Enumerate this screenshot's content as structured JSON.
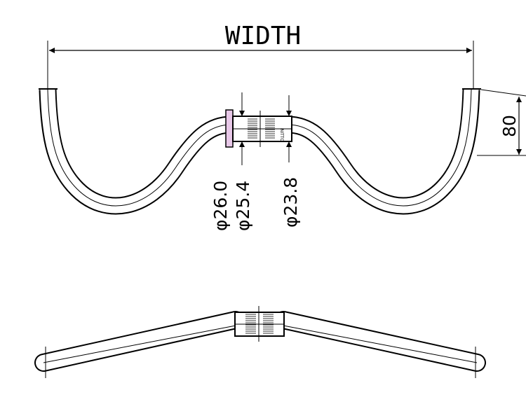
{
  "drawing": {
    "width_label": "WIDTH",
    "drop_dimension": "80",
    "clamp_diameters": [
      "φ26.0",
      "φ25.4"
    ],
    "center_diameter": "φ23.8",
    "brand_marking": "NITTO"
  },
  "colors": {
    "line": "#000000",
    "accent": "#c060c0"
  }
}
